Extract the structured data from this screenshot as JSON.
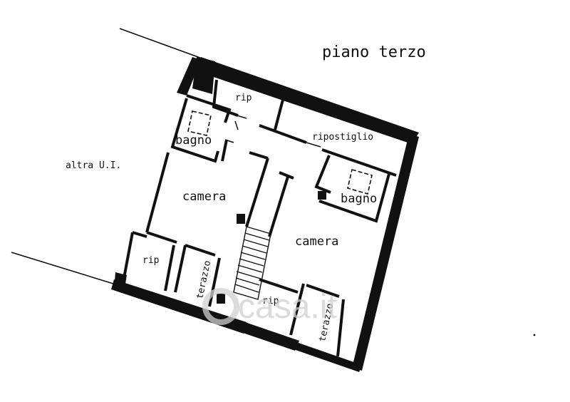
{
  "title": "piano terzo",
  "adjacent_unit": "altra U.I.",
  "rooms": {
    "rip_top": "rip",
    "bagno_left": "bagno",
    "ripostiglio": "ripostiglio",
    "camera_left": "camera",
    "bagno_right": "bagno",
    "camera_right": "camera",
    "rip_left": "rip",
    "terrazzo_left": "terazzo",
    "rip_bottom": "rip",
    "terrazzo_right": "terazzo"
  },
  "watermark": "casa.it"
}
